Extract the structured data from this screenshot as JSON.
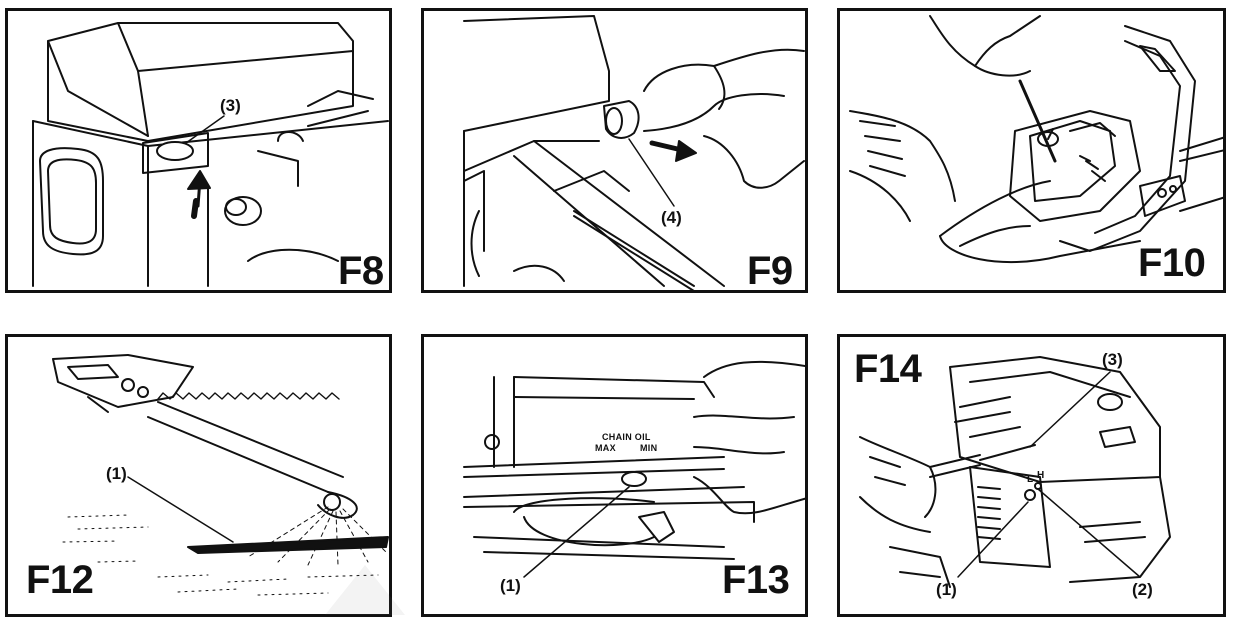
{
  "panels": [
    {
      "figure": "F8",
      "callouts": [
        "(3)"
      ]
    },
    {
      "figure": "F9",
      "callouts": [
        "(4)"
      ]
    },
    {
      "figure": "F10",
      "callouts": []
    },
    {
      "figure": "F12",
      "callouts": [
        "(1)"
      ]
    },
    {
      "figure": "F13",
      "callouts": [
        "(1)"
      ],
      "gauge": {
        "line1": "CHAIN OIL",
        "max": "MAX",
        "min": "MIN"
      }
    },
    {
      "figure": "F14",
      "callouts": [
        "(1)",
        "(2)",
        "(3)"
      ],
      "carb_marks": [
        "L",
        "H"
      ]
    }
  ]
}
